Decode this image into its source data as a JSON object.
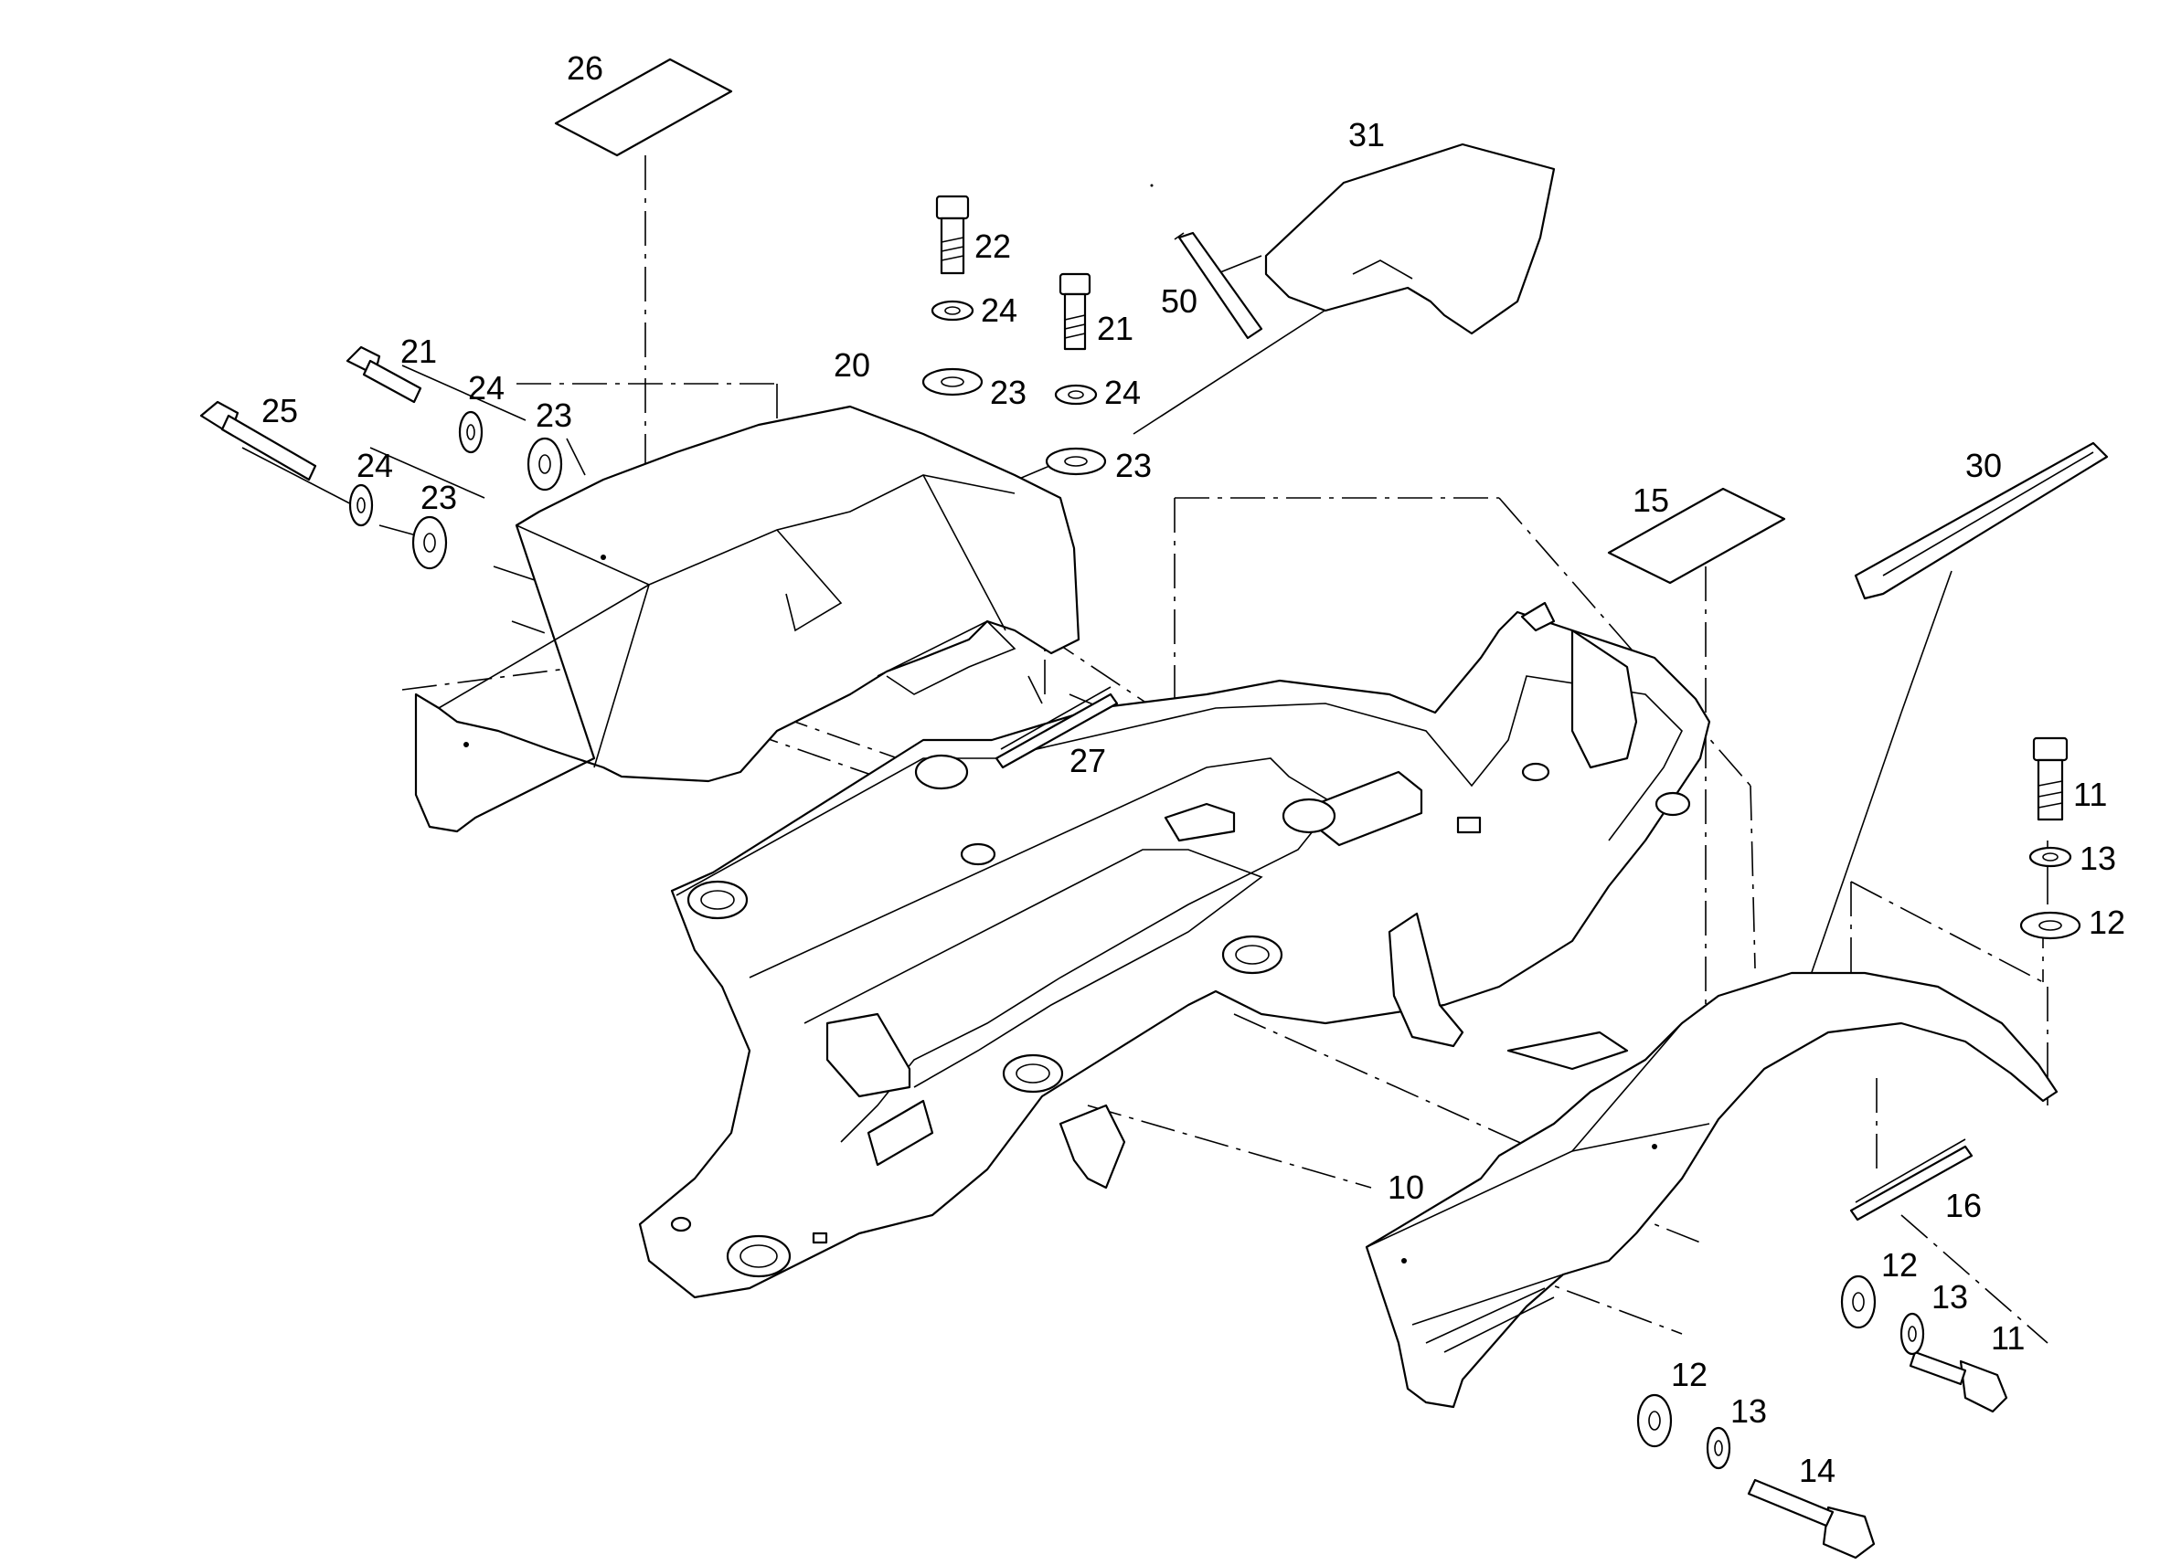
{
  "callouts": {
    "c26": "26",
    "c31": "31",
    "c22": "22",
    "c24_top": "24",
    "c21_mid": "21",
    "c23_top": "23",
    "c24_mid": "24",
    "c23_mid": "23",
    "c50": "50",
    "c21_left": "21",
    "c24_left": "24",
    "c23_left": "23",
    "c25": "25",
    "c24_low": "24",
    "c23_low": "23",
    "c20": "20",
    "c27": "27",
    "c15": "15",
    "c30": "30",
    "c11_top": "11",
    "c13_top": "13",
    "c12_top": "12",
    "c10": "10",
    "c16": "16",
    "c12_right": "12",
    "c13_right": "13",
    "c11_right": "11",
    "c12_low": "12",
    "c13_low": "13",
    "c14": "14"
  }
}
